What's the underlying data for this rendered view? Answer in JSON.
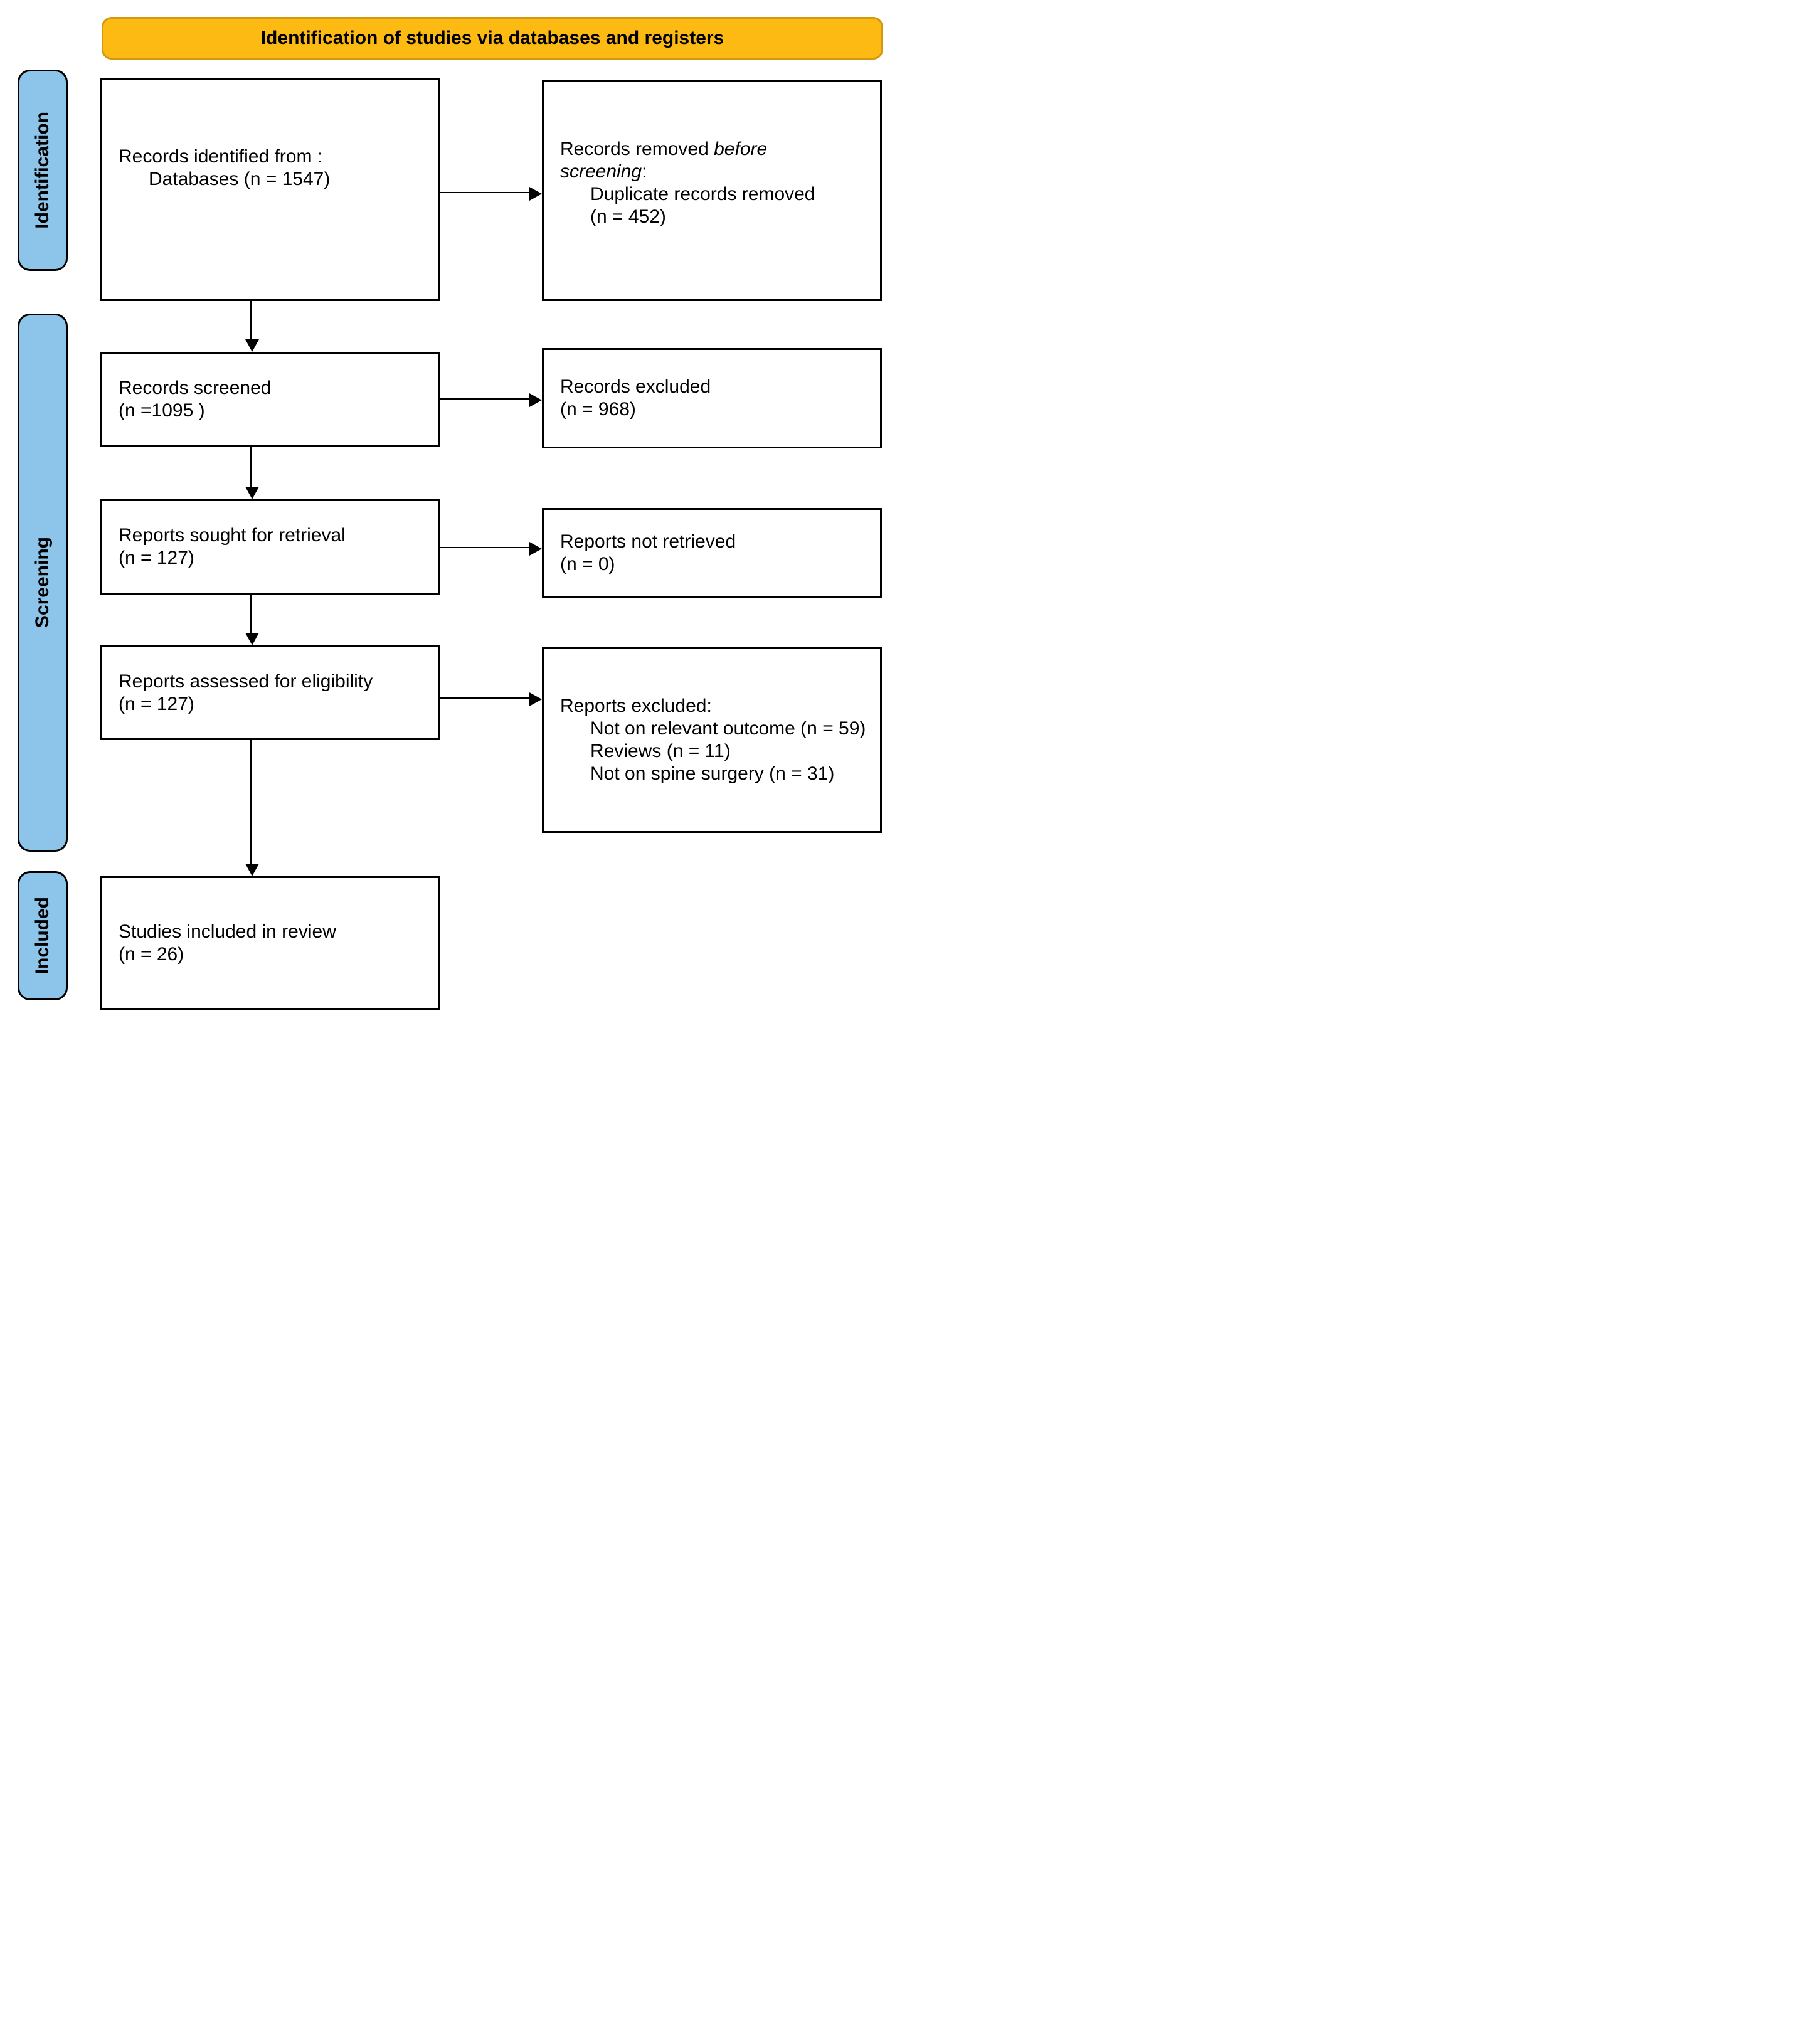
{
  "banner": {
    "title": "Identification of studies via databases and registers"
  },
  "colors": {
    "banner_fill": "#FDBA12",
    "banner_border": "#D2990E",
    "stage_fill": "#8DC5EA",
    "box_border": "#000000",
    "text": "#000000"
  },
  "stages": [
    {
      "label": "Identification"
    },
    {
      "label": "Screening"
    },
    {
      "label": "Included"
    }
  ],
  "boxes": {
    "records_identified": {
      "line1": "Records identified from :",
      "line2": "Databases (n = 1547)"
    },
    "records_removed": {
      "line1_pre": "Records removed ",
      "line1_italic": "before",
      "line2_italic": "screening",
      "line2_post": ":",
      "line3": "Duplicate records removed",
      "line4": "(n = 452)"
    },
    "records_screened": {
      "line1": "Records screened",
      "line2": "(n =1095 )"
    },
    "records_excluded": {
      "line1": "Records excluded",
      "line2": "(n = 968)"
    },
    "reports_sought": {
      "line1": "Reports sought for retrieval",
      "line2": "(n = 127)"
    },
    "reports_not_retrieved": {
      "line1": "Reports not retrieved",
      "line2": "(n = 0)"
    },
    "reports_assessed": {
      "line1": "Reports assessed for eligibility",
      "line2": "(n = 127)"
    },
    "reports_excluded": {
      "line1": "Reports excluded:",
      "items": [
        "Not on relevant outcome (n = 59)",
        "Reviews (n = 11)",
        "Not on spine surgery (n = 31)"
      ]
    },
    "studies_included": {
      "line1": "Studies included in review",
      "line2": "(n = 26)"
    }
  }
}
